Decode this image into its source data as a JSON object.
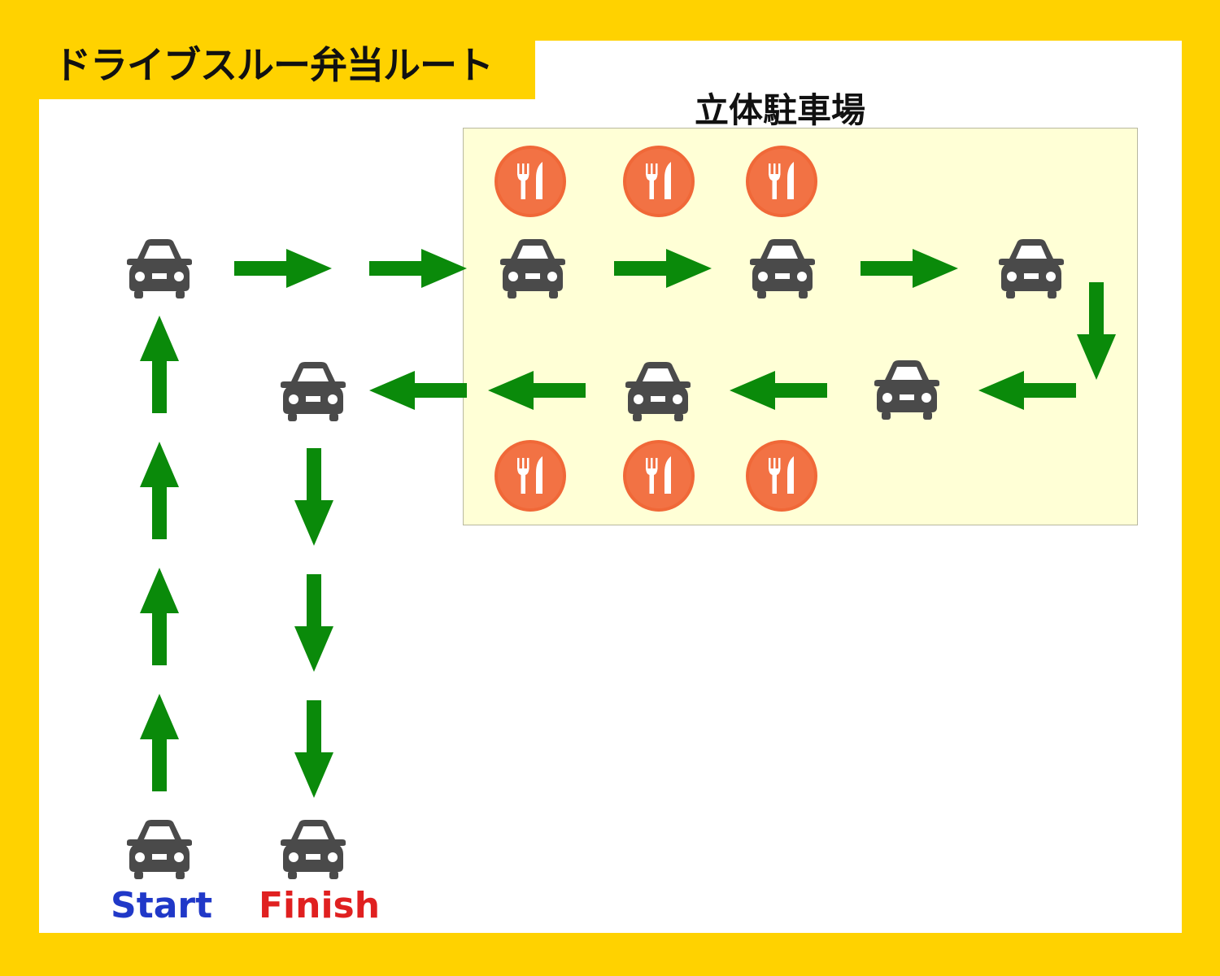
{
  "header": {
    "title": "ドライブスルー弁当ルート"
  },
  "area": {
    "label": "立体駐車場"
  },
  "labels": {
    "start": "Start",
    "finish": "Finish"
  },
  "colors": {
    "background": "#ffd200",
    "arrow": "#0a8a0a",
    "car": "#4a4a4a",
    "restaurant": "#f06838",
    "area_fill": "#ffffd6",
    "start": "#2038c8",
    "finish": "#e02020"
  },
  "icons": {
    "car": "car-icon",
    "restaurant": "fork-knife-icon",
    "arrow": "arrow-icon"
  }
}
